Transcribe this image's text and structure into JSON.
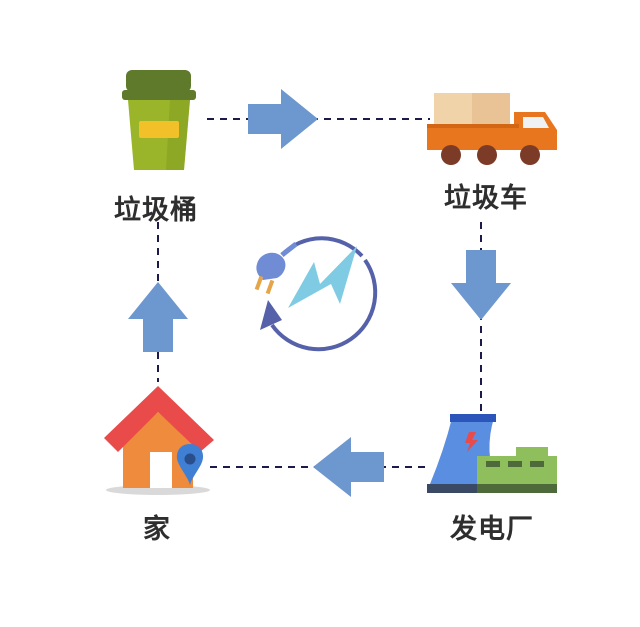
{
  "nodes": {
    "trash_bin": "垃圾桶",
    "garbage_truck": "垃圾车",
    "power_plant": "发电厂",
    "home": "家"
  },
  "colors": {
    "arrow": "#6d97cf",
    "dash_line": "#1c1a4a",
    "bin_body": "#9ab52a",
    "bin_lid": "#5e7a2a",
    "bin_label": "#f2c12a",
    "truck_orange": "#e8761e",
    "truck_box": "#f0d3a8",
    "wheel": "#7b3b26",
    "house_roof": "#e94b4b",
    "house_wall": "#ef8b3c",
    "pin": "#3f7fd4",
    "plant_tower": "#5a8ee0",
    "plant_building": "#8fbf5c",
    "bolt": "#7fcbe4",
    "plug": "#6f8cd4",
    "cycle_ring": "#5562a9"
  },
  "icons": [
    "trash-bin-icon",
    "garbage-truck-icon",
    "power-plant-icon",
    "house-icon",
    "location-pin-icon",
    "plug-icon",
    "lightning-bolt-icon",
    "cycle-ring-icon"
  ]
}
